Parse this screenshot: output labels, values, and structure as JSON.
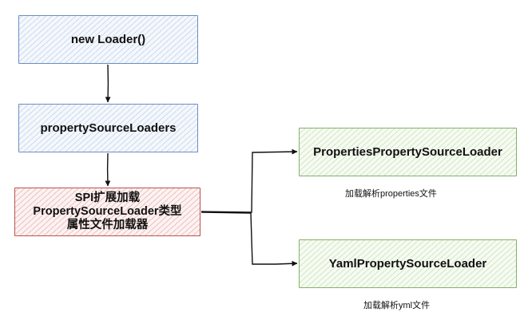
{
  "nodes": {
    "new_loader": "new Loader()",
    "property_source_loaders": "propertySourceLoaders",
    "spi_line1": "SPI扩展加载",
    "spi_line2": "PropertySourceLoader类型",
    "spi_line3": "属性文件加载器",
    "properties_loader": "PropertiesPropertySourceLoader",
    "yaml_loader": "YamlPropertySourceLoader"
  },
  "captions": {
    "properties": "加载解析properties文件",
    "yaml": "加载解析yml文件"
  },
  "colors": {
    "blue_stroke": "#6c8ebf",
    "red_stroke": "#b85450",
    "green_stroke": "#82b366",
    "edge": "#111111"
  }
}
